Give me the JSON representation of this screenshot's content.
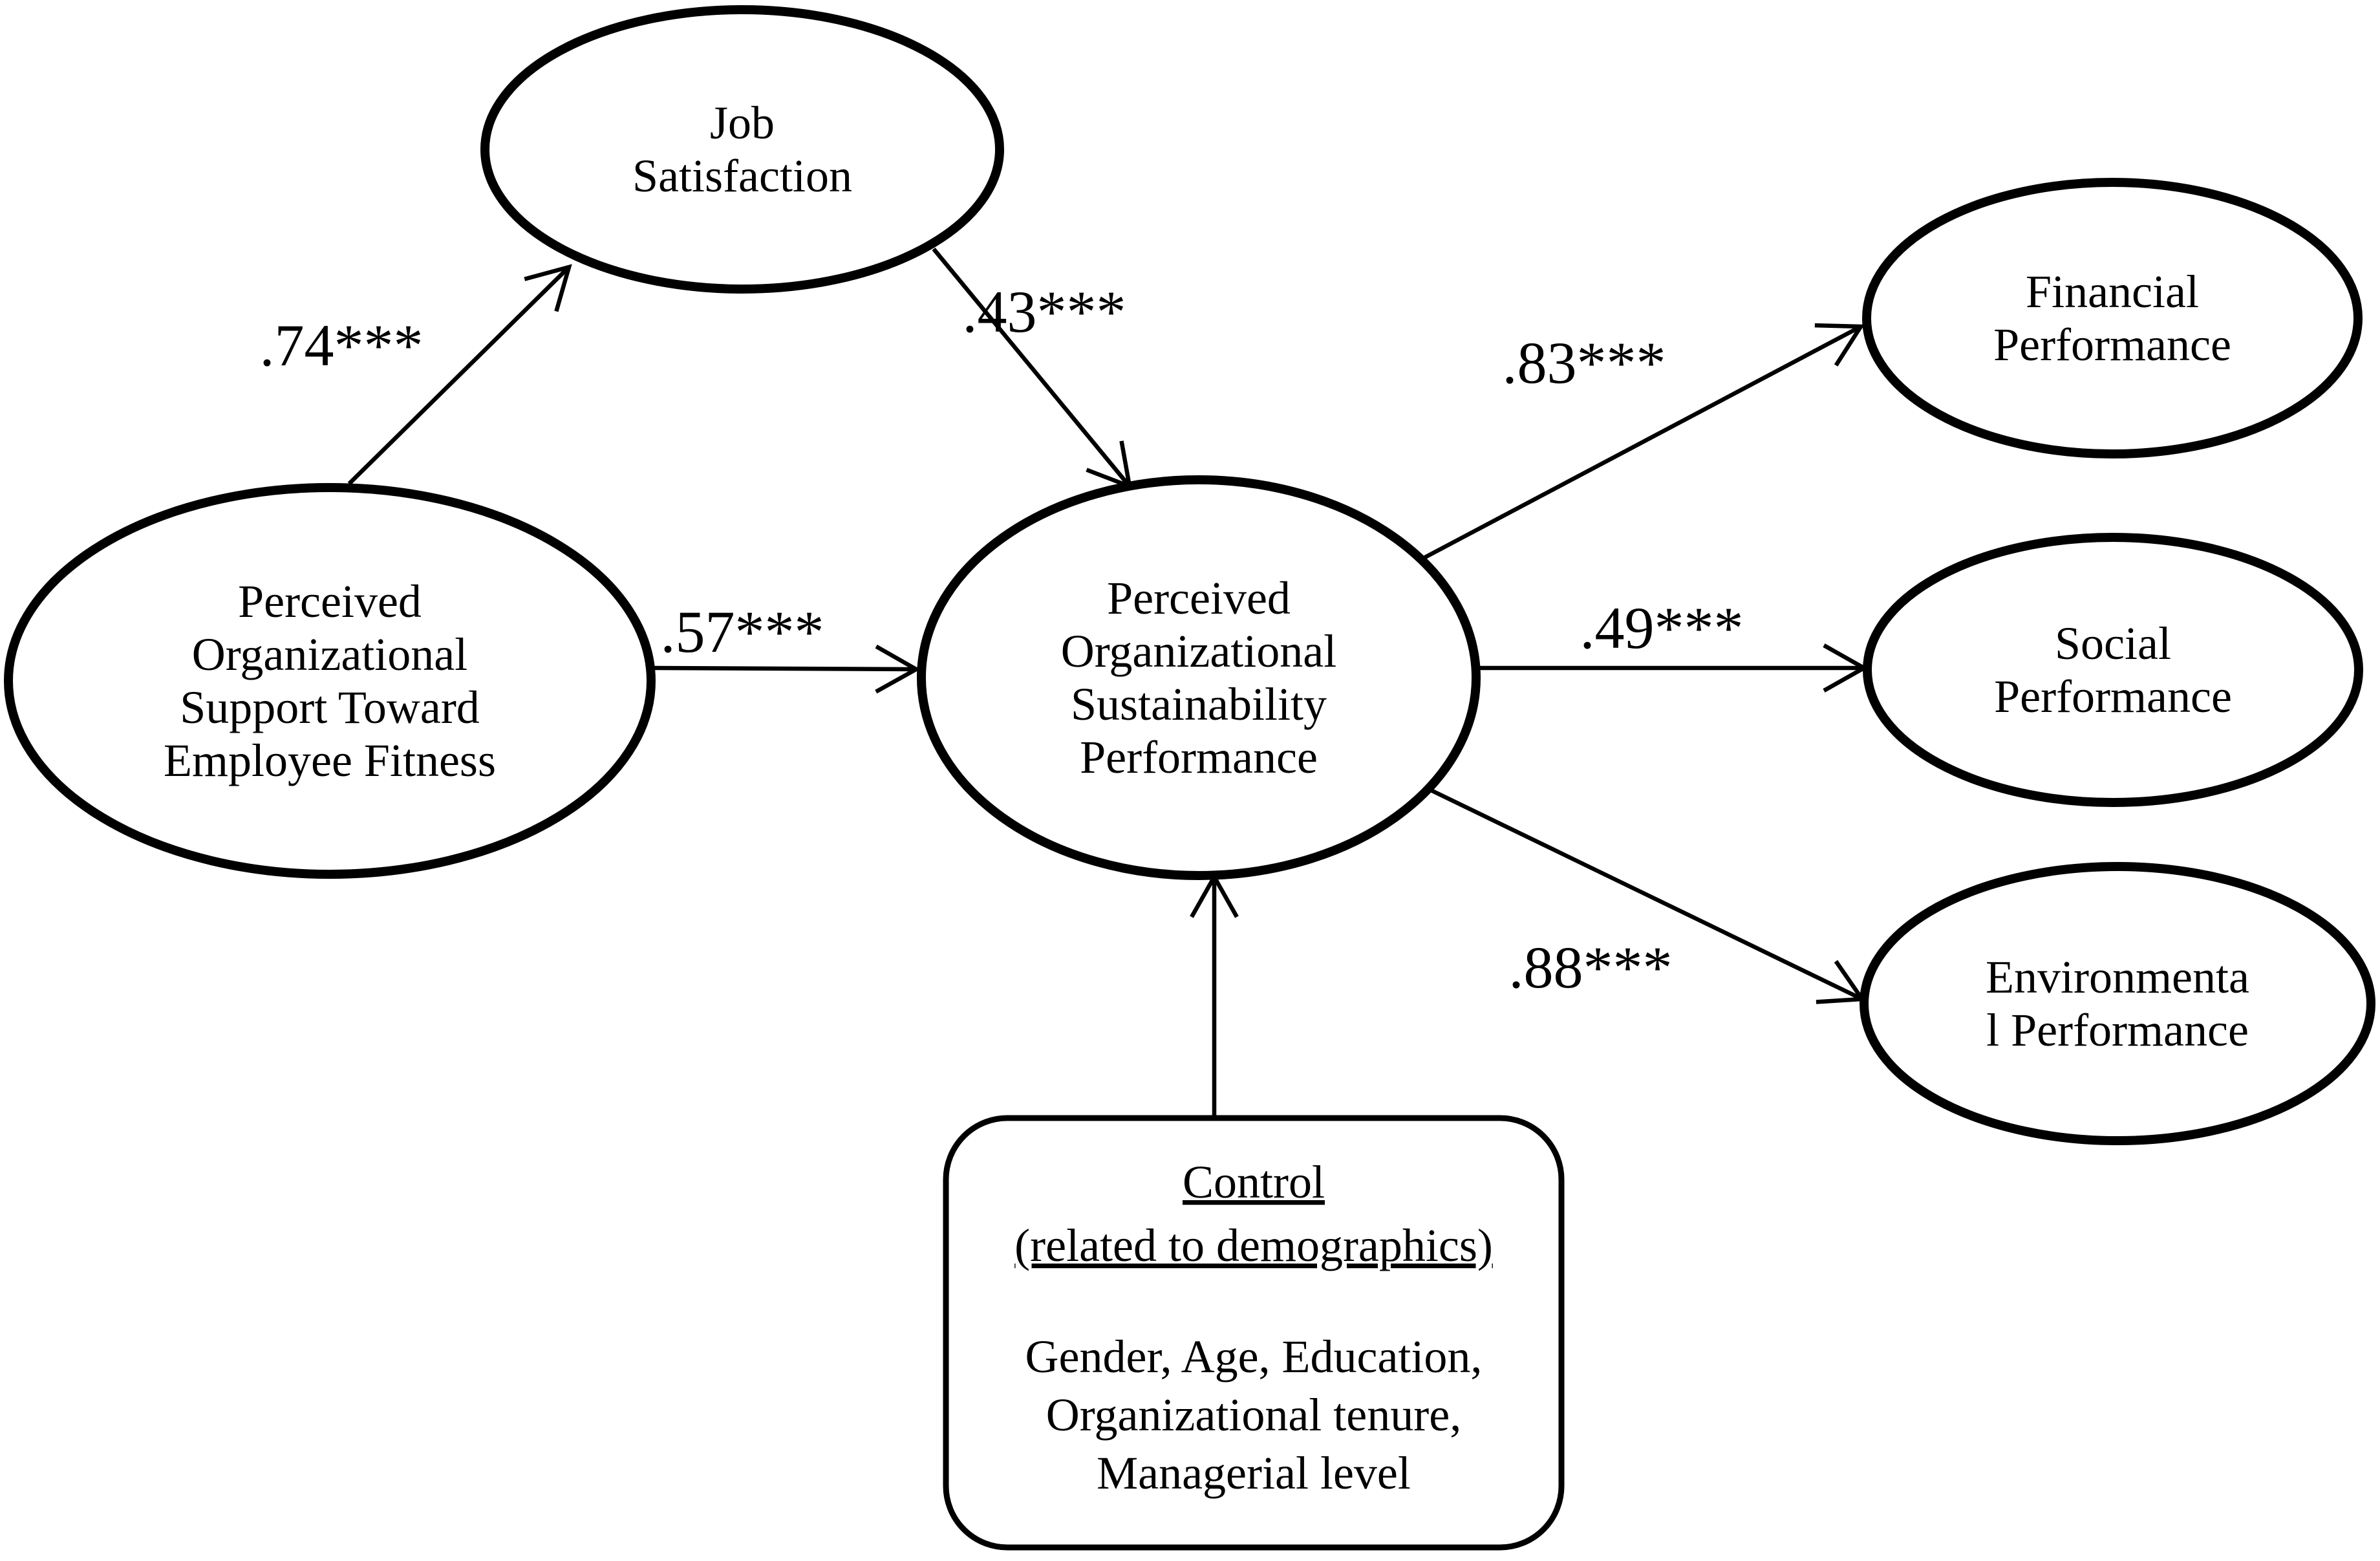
{
  "diagram": {
    "background_color": "#ffffff",
    "line_color": "#000000",
    "nodes": {
      "job_satisfaction": {
        "lines": [
          "Job",
          "Satisfaction"
        ]
      },
      "perceived_org_support": {
        "lines": [
          "Perceived",
          "Organizational",
          "Support Toward",
          "Employee Fitness"
        ]
      },
      "perceived_org_sustainability": {
        "lines": [
          "Perceived",
          "Organizational",
          "Sustainability",
          "Performance"
        ]
      },
      "financial_performance": {
        "lines": [
          "Financial",
          "Performance"
        ]
      },
      "social_performance": {
        "lines": [
          "Social",
          "Performance"
        ]
      },
      "environmental_performance": {
        "lines": [
          "Environmenta",
          "l Performance"
        ]
      },
      "control": {
        "title": "Control ",
        "subtitle": "(related to demographics)",
        "body_lines": [
          "Gender, Age, Education,",
          "Organizational tenure,",
          "Managerial level"
        ]
      }
    },
    "coefficients": {
      "pos_to_job": ".74***",
      "job_to_posp": ".43***",
      "pos_to_posp": ".57***",
      "posp_to_financial": ".83***",
      "posp_to_social": ".49***",
      "posp_to_environmental": ".88***"
    }
  }
}
